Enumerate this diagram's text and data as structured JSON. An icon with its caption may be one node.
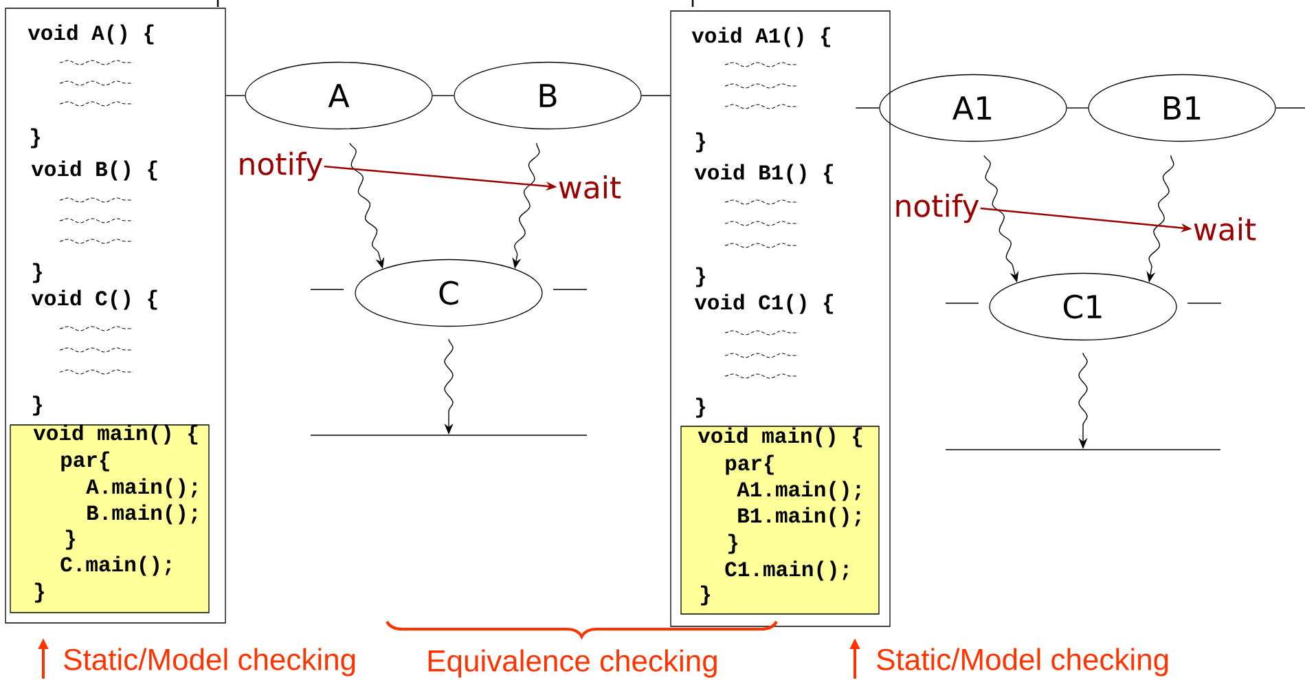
{
  "diagram": {
    "nodes": [
      {
        "text": [
          "void A() {",
          "}",
          "void B() {",
          "}",
          "void C() {",
          "}"
        ]
      },
      {
        "text": [
          "void main() {",
          "par{",
          "A.main();",
          "B.main();",
          "}",
          "C.main();",
          "}"
        ],
        "in": 0
      },
      {
        "text": [
          "A"
        ]
      },
      {
        "text": [
          "B"
        ]
      },
      {
        "text": [
          "C"
        ]
      },
      {
        "text": [],
        "shape": "bar"
      },
      {
        "text": [
          "notify"
        ]
      },
      {
        "text": [
          "wait"
        ]
      },
      {
        "text": [
          "void A1() {",
          "}",
          "void B1() {",
          "}",
          "void C1() {",
          "}"
        ]
      },
      {
        "text": [
          "void main() {",
          "par{",
          "A1.main();",
          "B1.main();",
          "}",
          "C1.main();",
          "}"
        ],
        "in": 8
      },
      {
        "text": [
          "A1"
        ]
      },
      {
        "text": [
          "B1"
        ]
      },
      {
        "text": [
          "C1"
        ]
      },
      {
        "text": [],
        "shape": "bar"
      },
      {
        "text": [
          "notify"
        ]
      },
      {
        "text": [
          "wait"
        ]
      }
    ],
    "edges": [
      {
        "from": 0,
        "to": 2,
        "arrow": "none"
      },
      {
        "from": 2,
        "to": 3,
        "arrow": "none"
      },
      {
        "from": 3,
        "to": 8,
        "arrow": "none"
      },
      {
        "from": 2,
        "to": 4,
        "arrow": "to"
      },
      {
        "from": 3,
        "to": 4,
        "arrow": "to"
      },
      {
        "from": 4,
        "to": 5,
        "arrow": "to"
      },
      {
        "from": 6,
        "to": 7,
        "arrow": "to",
        "color": "#990000"
      },
      {
        "from": null,
        "to": 10,
        "arrow": "none"
      },
      {
        "from": 10,
        "to": 11,
        "arrow": "none"
      },
      {
        "from": 11,
        "to": null,
        "arrow": "none"
      },
      {
        "from": 10,
        "to": 12,
        "arrow": "to"
      },
      {
        "from": 11,
        "to": 12,
        "arrow": "to"
      },
      {
        "from": 12,
        "to": 13,
        "arrow": "to"
      },
      {
        "from": 14,
        "to": 15,
        "arrow": "to",
        "color": "#990000"
      }
    ],
    "labels": [
      "Static/Model checking",
      "Equivalence checking",
      "Static/Model checking"
    ]
  }
}
